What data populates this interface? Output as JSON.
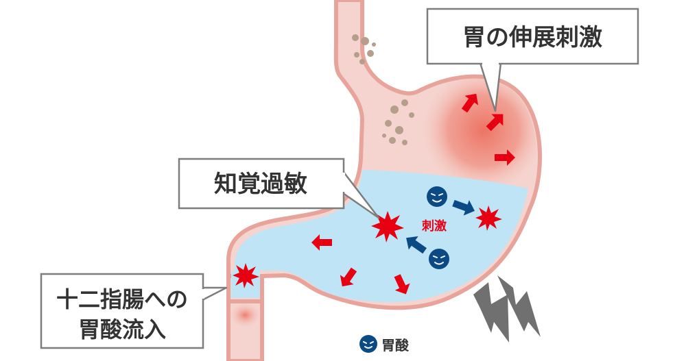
{
  "callouts": {
    "stretch": {
      "text": "胃の伸展刺激"
    },
    "hypersensitivity": {
      "text": "知覚過敏"
    },
    "duodenal_reflux": {
      "line1": "十二指腸への",
      "line2": "胃酸流入"
    }
  },
  "stimulus_label": "刺激",
  "legend": {
    "acid_label": "胃酸"
  },
  "colors": {
    "tissue": "#f5d4cf",
    "tissue_outline": "#e8a49a",
    "acid_fluid": "#bfe4f5",
    "inflammation": "#ec6e5e",
    "arrow_red": "#e60012",
    "acid_blue": "#0b4a84",
    "lightning": "#707070",
    "food_particle": "#b59e8c"
  },
  "icons": {
    "acid_face": "acid-face-icon",
    "burst": "burst-icon",
    "lightning": "lightning-icon"
  }
}
